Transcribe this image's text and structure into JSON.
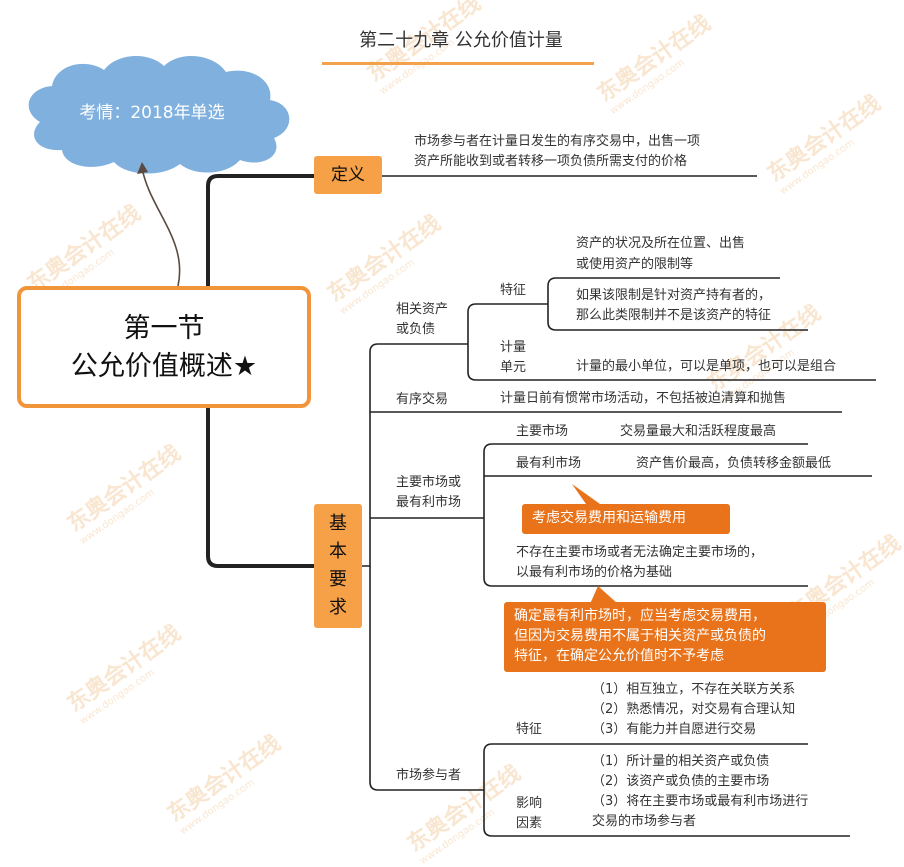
{
  "title": "第二十九章 公允价值计量",
  "cloud": {
    "text": "考情：2018年单选"
  },
  "central": {
    "line1": "第一节",
    "line2": "公允价值概述★"
  },
  "definition": {
    "label": "定义",
    "text1": "市场参与者在计量日发生的有序交易中，出售一项",
    "text2": "资产所能收到或者转移一项负债所需支付的价格"
  },
  "requirements": {
    "label_chars": [
      "基",
      "本",
      "要",
      "求"
    ],
    "asset": {
      "label1": "相关资产",
      "label2": "或负债",
      "feature": "特征",
      "feature_item1_l1": "资产的状况及所在位置、出售",
      "feature_item1_l2": "或使用资产的限制等",
      "feature_item2_l1": "如果该限制是针对资产持有者的，",
      "feature_item2_l2": "那么此类限制并不是该资产的特征",
      "unit_l1": "计量",
      "unit_l2": "单元",
      "unit_text": "计量的最小单位，可以是单项，也可以是组合"
    },
    "orderly": {
      "label": "有序交易",
      "text": "计量日前有惯常市场活动，不包括被迫清算和抛售"
    },
    "market": {
      "label1": "主要市场或",
      "label2": "最有利市场",
      "main": "主要市场",
      "main_text": "交易量最大和活跃程度最高",
      "best": "最有利市场",
      "best_text": "资产售价最高，负债转移金额最低",
      "callout1": "考虑交易费用和运输费用",
      "note_l1": "不存在主要市场或者无法确定主要市场的，",
      "note_l2": "以最有利市场的价格为基础",
      "callout2_l1": "确定最有利市场时，应当考虑交易费用，",
      "callout2_l2": "但因为交易费用不属于相关资产或负债的",
      "callout2_l3": "特征，在确定公允价值时不予考虑"
    },
    "participant": {
      "label": "市场参与者",
      "feature": "特征",
      "f1": "（1）相互独立，不存在关联方关系",
      "f2": "（2）熟悉情况，对交易有合理认知",
      "f3": "（3）有能力并自愿进行交易",
      "factor_l1": "影响",
      "factor_l2": "因素",
      "i1": "（1）所计量的相关资产或负债",
      "i2": "（2）该资产或负债的主要市场",
      "i3": "（3）将在主要市场或最有利市场进行",
      "i4": "交易的市场参与者"
    }
  },
  "watermark": {
    "text": "东奥会计在线",
    "url": "www.dongao.com"
  },
  "colors": {
    "accent": "#f6a047",
    "callout": "#e9731b",
    "cloud": "#7fb0de",
    "border": "#f2953a"
  }
}
